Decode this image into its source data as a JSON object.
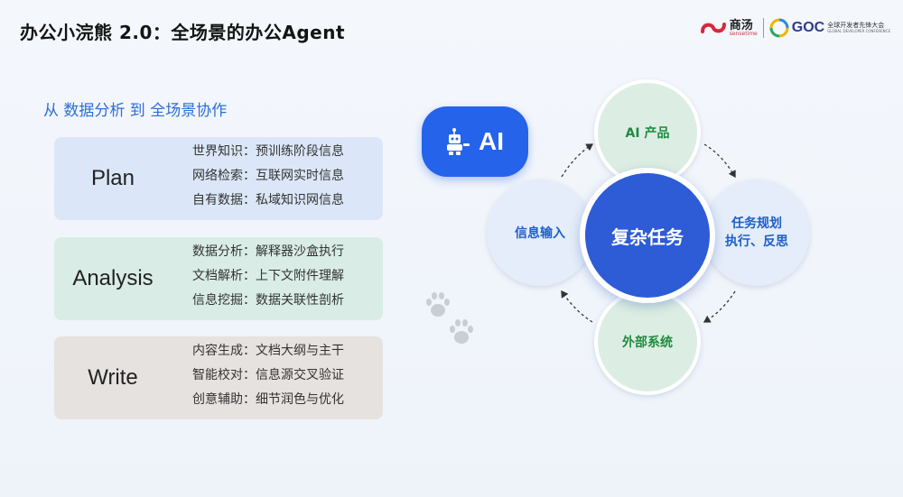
{
  "header": {
    "title": "办公小浣熊 2.0：全场景的办公Agent",
    "logo_sense_cn": "商汤",
    "logo_sense_en": "sensetime",
    "logo_gdc": "GOC",
    "logo_gdc_cn": "全球开发者先锋大会",
    "logo_gdc_en": "GLOBAL DEVELOPER CONFERENCE"
  },
  "subtitle": "从 数据分析 到 全场景协作",
  "cards": [
    {
      "name": "Plan",
      "lines": [
        "世界知识：预训练阶段信息",
        "网络检索：互联网实时信息",
        "自有数据：私域知识网信息"
      ],
      "color": "#dbe7f8"
    },
    {
      "name": "Analysis",
      "lines": [
        "数据分析：解释器沙盒执行",
        "文档解析：上下文附件理解",
        "信息挖掘：数据关联性剖析"
      ],
      "color": "#d9ece6"
    },
    {
      "name": "Write",
      "lines": [
        "内容生成：文档大纲与主干",
        "智能校对：信息源交叉验证",
        "创意辅助：细节润色与优化"
      ],
      "color": "#e6e2e0"
    }
  ],
  "diagram": {
    "ai_badge": "AI",
    "center": "复杂任务",
    "top": "AI 产品",
    "right_line1": "任务规划",
    "right_line2": "执行、反思",
    "bottom": "外部系统",
    "left": "信息输入"
  },
  "colors": {
    "accent_blue": "#2563eb",
    "center_blue": "#2e5bd6",
    "green_text": "#1f8a3f",
    "blue_text": "#1f5fc7"
  }
}
